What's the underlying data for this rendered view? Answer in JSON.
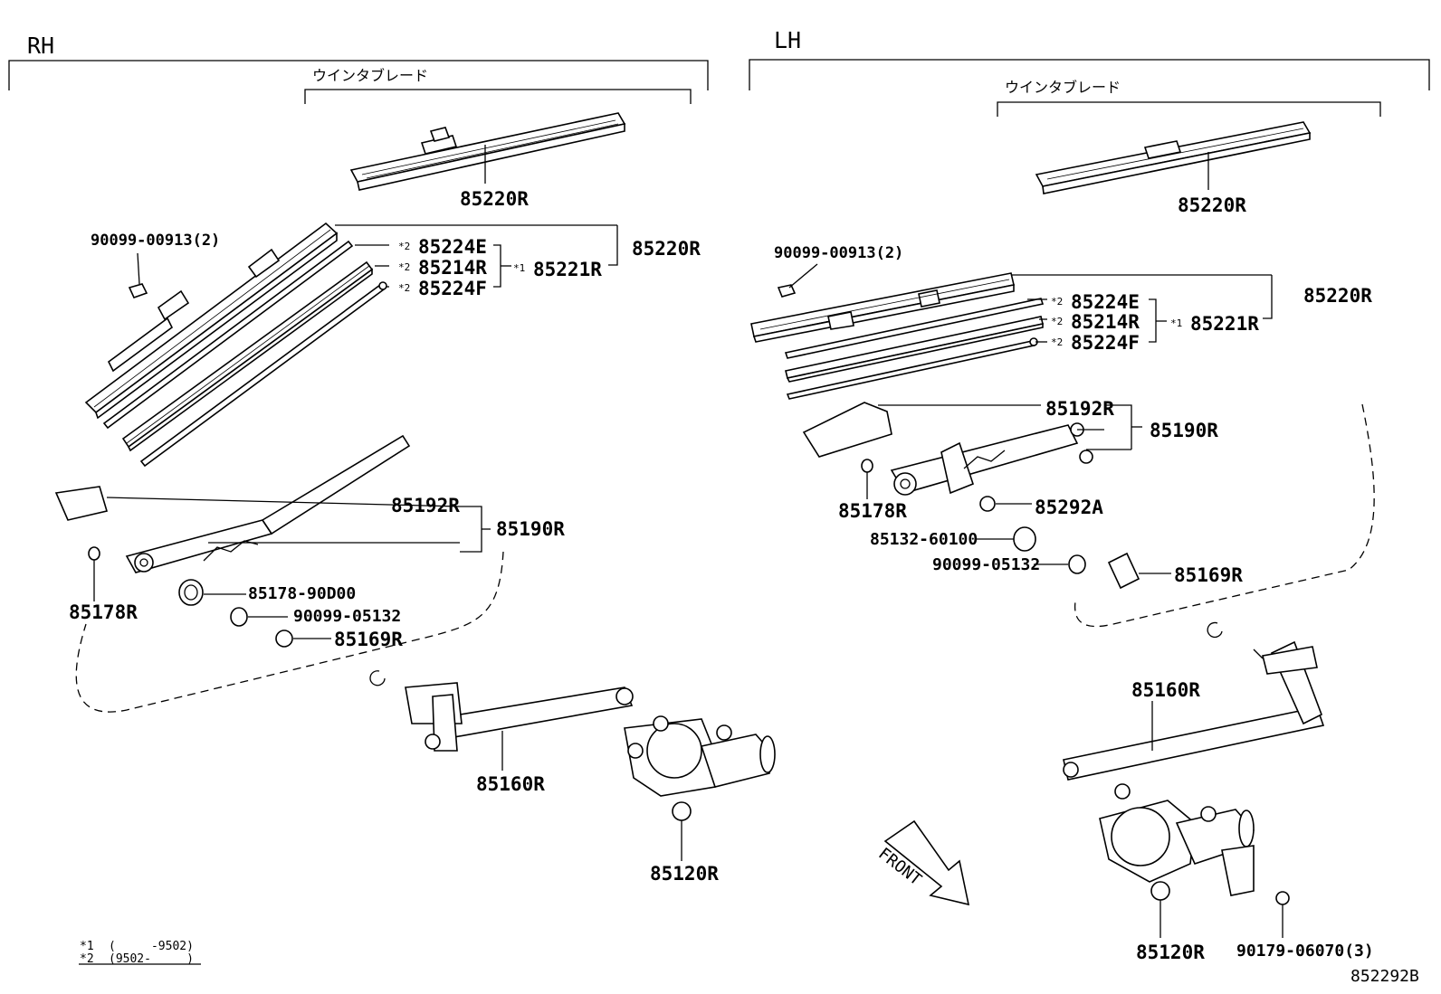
{
  "sides": {
    "rh": "RH",
    "lh": "LH"
  },
  "rh": {
    "section_label": "ウインタブレード",
    "blade_top": "85220R",
    "bolt": "90099-00913(2)",
    "assy": "85220R",
    "sub1": "85224E",
    "sub2": "85214R",
    "sub3": "85224F",
    "refill": "85221R",
    "cap": "85192R",
    "arm": "85190R",
    "nut_small": "85178R",
    "bush": "85178-90D00",
    "washer": "90099-05132",
    "nut": "85169R",
    "link": "85160R",
    "motor": "85120R"
  },
  "lh": {
    "section_label": "ウインタブレード",
    "blade_top": "85220R",
    "bolt": "90099-00913(2)",
    "assy": "85220R",
    "sub1": "85224E",
    "sub2": "85214R",
    "sub3": "85224F",
    "refill": "85221R",
    "cap": "85192R",
    "arm": "85190R",
    "nut_small": "85178R",
    "nut_a": "85292A",
    "bush": "85132-60100",
    "washer": "90099-05132",
    "nut": "85169R",
    "link": "85160R",
    "motor": "85120R",
    "bolt_motor": "90179-06070(3)",
    "front": "FRONT"
  },
  "marks": {
    "m1": "*1",
    "m2": "*2"
  },
  "footnotes": {
    "n1_mark": "*1",
    "n1": "(     -9502)",
    "n2_mark": "*2",
    "n2": "(9502-     )"
  },
  "figure_id": "852292B"
}
